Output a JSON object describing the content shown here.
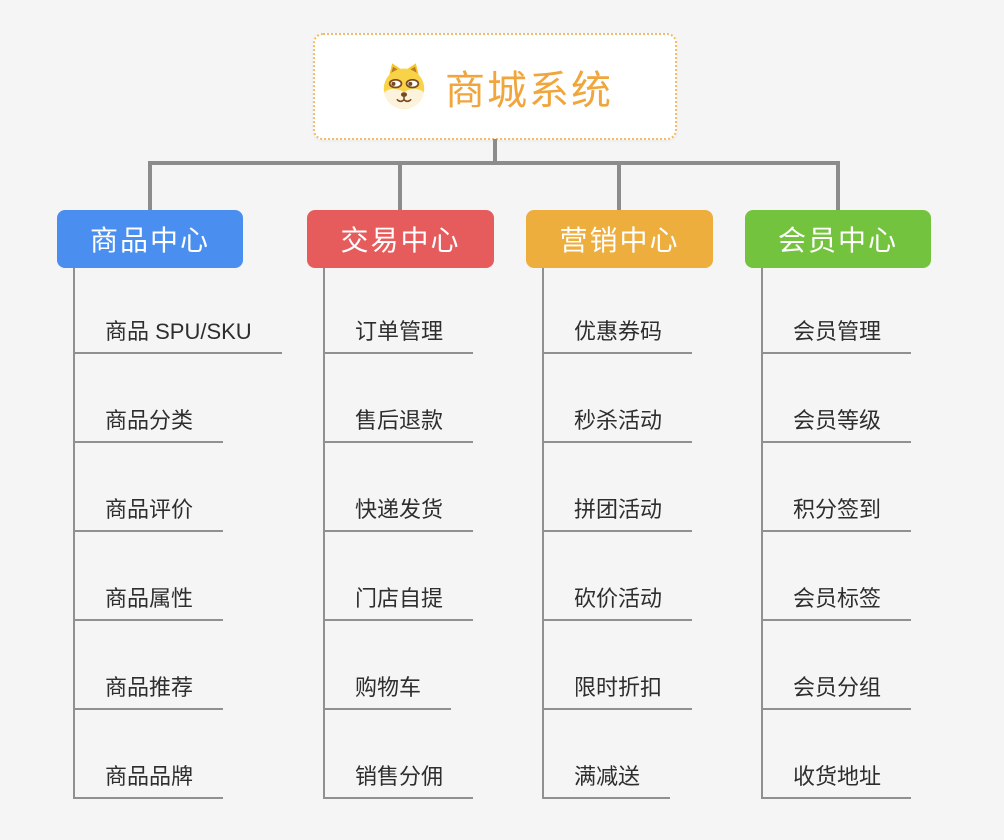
{
  "root": {
    "title": "商城系统",
    "icon": "dog-face-icon"
  },
  "colors": {
    "background": "#f5f5f6",
    "root_border": "#f3bb63",
    "root_title": "#f0a63c",
    "connector_line": "#8c8c8c",
    "leaf_line": "#909090",
    "leaf_text": "#2e2e2e",
    "branch_text": "#ffffff"
  },
  "branches": [
    {
      "label": "商品中心",
      "color": "#4a8ff0",
      "items": [
        "商品 SPU/SKU",
        "商品分类",
        "商品评价",
        "商品属性",
        "商品推荐",
        "商品品牌"
      ]
    },
    {
      "label": "交易中心",
      "color": "#e65c5c",
      "items": [
        "订单管理",
        "售后退款",
        "快递发货",
        "门店自提",
        "购物车",
        "销售分佣"
      ]
    },
    {
      "label": "营销中心",
      "color": "#edae3e",
      "items": [
        "优惠券码",
        "秒杀活动",
        "拼团活动",
        "砍价活动",
        "限时折扣",
        "满减送"
      ]
    },
    {
      "label": "会员中心",
      "color": "#74c33e",
      "items": [
        "会员管理",
        "会员等级",
        "积分签到",
        "会员标签",
        "会员分组",
        "收货地址"
      ]
    }
  ]
}
